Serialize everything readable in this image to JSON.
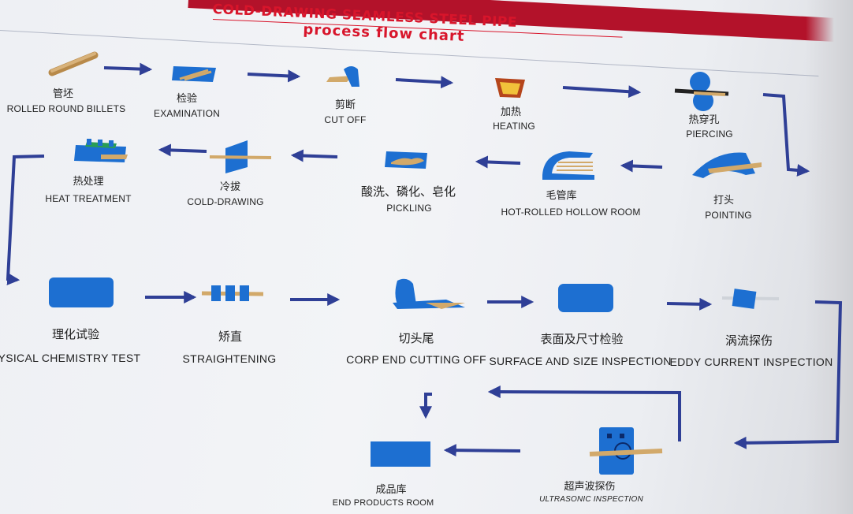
{
  "title": {
    "line1": "COLD-DRAWING SEAMLESS STEEL PIPE",
    "line2": "process flow chart"
  },
  "steps": {
    "billets": {
      "zh": "管坯",
      "en": "ROLLED ROUND BILLETS"
    },
    "examination": {
      "zh": "检验",
      "en": "EXAMINATION"
    },
    "cutoff": {
      "zh": "剪断",
      "en": "CUT OFF"
    },
    "heating": {
      "zh": "加热",
      "en": "HEATING"
    },
    "piercing": {
      "zh": "热穿孔",
      "en": "PIERCING"
    },
    "pointing": {
      "zh": "打头",
      "en": "POINTING"
    },
    "hollow": {
      "zh": "毛管库",
      "en": "HOT-ROLLED HOLLOW ROOM"
    },
    "pickling": {
      "zh": "酸洗、磷化、皂化",
      "en": "PICKLING"
    },
    "colddrawing": {
      "zh": "冷拔",
      "en": "COLD-DRAWING"
    },
    "heattreat": {
      "zh": "热处理",
      "en": "HEAT TREATMENT"
    },
    "chemtest": {
      "zh": "理化试验",
      "en": "YSICAL  CHEMISTRY  TEST"
    },
    "straighten": {
      "zh": "矫直",
      "en": "STRAIGHTENING"
    },
    "cropend": {
      "zh": "切头尾",
      "en": "CORP  END  CUTTING  OFF"
    },
    "surface": {
      "zh": "表面及尺寸检验",
      "en": "SURFACE  AND SIZE  INSPECTION"
    },
    "eddy": {
      "zh": "涡流探伤",
      "en": "EDDY  CURRENT  INSPECTION"
    },
    "ultrasonic": {
      "zh": "超声波探伤",
      "en": "ULTRASONIC  INSPECTION"
    },
    "endproducts": {
      "zh": "成品库",
      "en": "END  PRODUCTS  ROOM"
    }
  },
  "colors": {
    "arrow": "#2f3f96",
    "machine_blue": "#1d6fd1",
    "steel_tan": "#d2a96a",
    "title_red": "#d8152b"
  }
}
